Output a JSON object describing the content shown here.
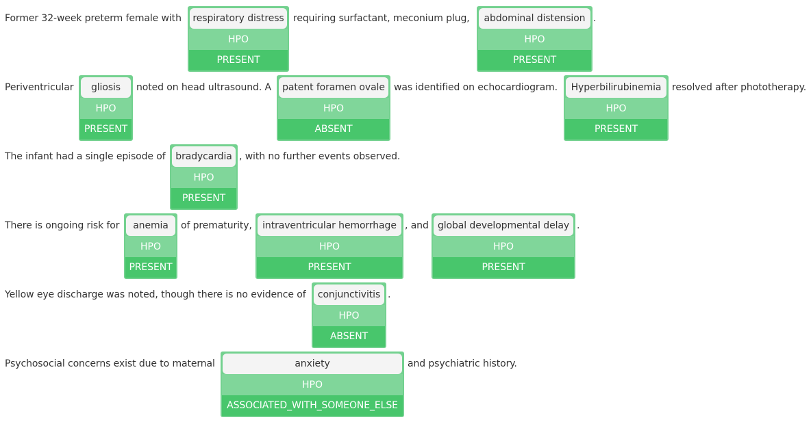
{
  "colors": {
    "annotation_border": "#73d18f",
    "category_band": "#80d69a",
    "status_band": "#48c66c",
    "term_background": "#f4f4f4",
    "text": "#333333"
  },
  "lines": [
    {
      "t1": "Former 32-week preterm female with",
      "a1": {
        "term": "respiratory distress",
        "category": "HPO",
        "status": "PRESENT"
      },
      "t2": "requiring surfactant, meconium plug,",
      "a2": {
        "term": "abdominal distension",
        "category": "HPO",
        "status": "PRESENT"
      },
      "t3": "."
    },
    {
      "t1": "Periventricular",
      "a1": {
        "term": "gliosis",
        "category": "HPO",
        "status": "PRESENT"
      },
      "t2": "noted on head ultrasound. A",
      "a2": {
        "term": "patent foramen ovale",
        "category": "HPO",
        "status": "ABSENT"
      },
      "t3": "was identified on echocardiogram.",
      "a3": {
        "term": "Hyperbilirubinemia",
        "category": "HPO",
        "status": "PRESENT"
      },
      "t4": "resolved after phototherapy."
    },
    {
      "t1": "The infant had a single episode of",
      "a1": {
        "term": "bradycardia",
        "category": "HPO",
        "status": "PRESENT"
      },
      "t2": ", with no further events observed."
    },
    {
      "t1": "There is ongoing risk for",
      "a1": {
        "term": "anemia",
        "category": "HPO",
        "status": "PRESENT"
      },
      "t2": "of prematurity,",
      "a2": {
        "term": "intraventricular hemorrhage",
        "category": "HPO",
        "status": "PRESENT"
      },
      "t3": ", and",
      "a3": {
        "term": "global developmental delay",
        "category": "HPO",
        "status": "PRESENT"
      },
      "t4": "."
    },
    {
      "t1": "Yellow eye discharge was noted, though there is no evidence of",
      "a1": {
        "term": "conjunctivitis",
        "category": "HPO",
        "status": "ABSENT"
      },
      "t2": "."
    },
    {
      "t1": "Psychosocial concerns exist due to maternal",
      "a1": {
        "term": "anxiety",
        "category": "HPO",
        "status": "ASSOCIATED_WITH_SOMEONE_ELSE"
      },
      "t2": "and psychiatric history."
    }
  ]
}
